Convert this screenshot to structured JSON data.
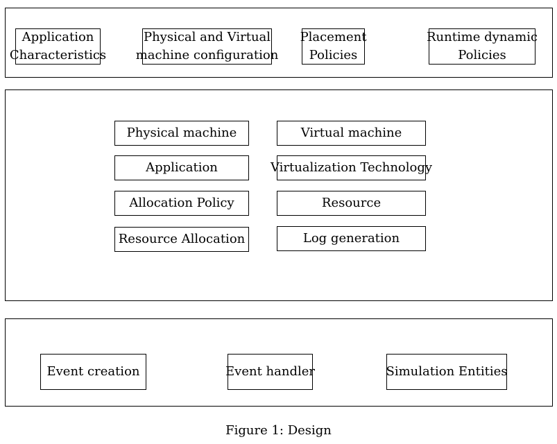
{
  "top_layer": {
    "boxes": [
      {
        "lines": [
          "Application",
          "Characteristics"
        ]
      },
      {
        "lines": [
          "Physical and Virtual",
          "machine configuration"
        ]
      },
      {
        "lines": [
          "Placement",
          "Policies"
        ]
      },
      {
        "lines": [
          "Runtime dynamic",
          "Policies"
        ]
      }
    ]
  },
  "middle_layer": {
    "left_column": [
      "Physical machine",
      "Application",
      "Allocation Policy",
      "Resource Allocation"
    ],
    "right_column": [
      "Virtual machine",
      "Virtualization Technology",
      "Resource",
      "Log generation"
    ]
  },
  "bottom_layer": {
    "boxes": [
      "Event creation",
      "Event handler",
      "Simulation Entities"
    ]
  },
  "caption": "Figure 1: Design"
}
